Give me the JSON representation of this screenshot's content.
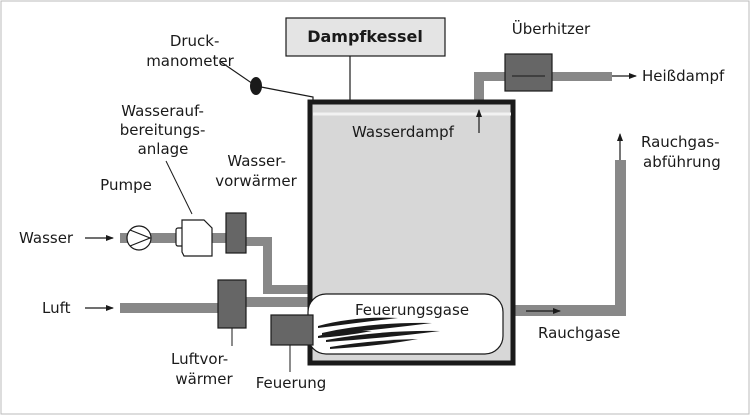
{
  "title": "Dampfkessel",
  "labels": {
    "druckmanometer": [
      "Druck-",
      "manometer"
    ],
    "aufbereitung": [
      "Wasserauf-",
      "bereitungs-",
      "anlage"
    ],
    "pumpe": "Pumpe",
    "vorwaermer": [
      "Wasser-",
      "vorwärmer"
    ],
    "wasser": "Wasser",
    "luft": "Luft",
    "luftvorwaermer": [
      "Luftvor-",
      "wärmer"
    ],
    "feuerung": "Feuerung",
    "feuerungsgase": "Feuerungsgase",
    "wasserdampf": "Wasserdampf",
    "ueberhitzer": "Überhitzer",
    "heissdampf": "Heißdampf",
    "rauchgasabfuehrung": [
      "Rauchgas-",
      "abführung"
    ],
    "rauchgase": "Rauchgase"
  },
  "colors": {
    "pipe": "#888888",
    "component": "#666666",
    "boiler_fill": "#d7d7d7",
    "title_box_fill": "#e4e4e4",
    "outline": "#1a1a1a"
  }
}
